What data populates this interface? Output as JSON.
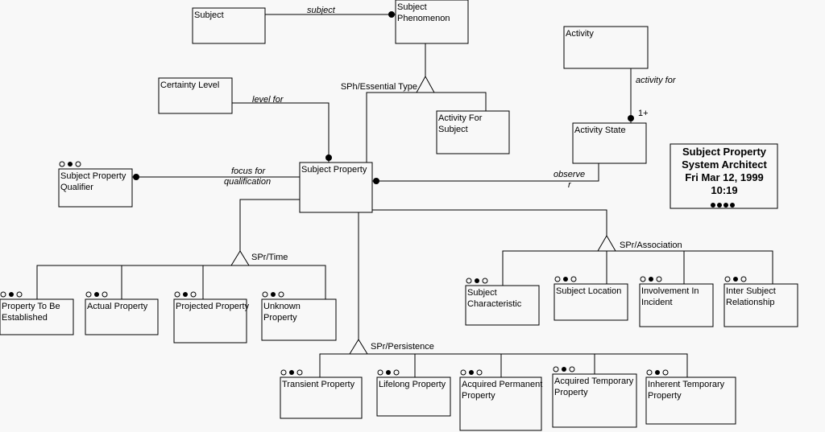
{
  "entities": {
    "subject": [
      "Subject"
    ],
    "subject_phenomenon": [
      "Subject",
      "Phenomenon"
    ],
    "activity": [
      "Activity"
    ],
    "certainty_level": [
      "Certainty Level"
    ],
    "activity_for_subject": [
      "Activity For",
      "Subject"
    ],
    "activity_state": [
      "Activity State"
    ],
    "subject_property_qualifier": [
      "Subject Property",
      "Qualifier"
    ],
    "subject_property": [
      "Subject Property"
    ],
    "property_to_be_established": [
      "Property To Be",
      "Established"
    ],
    "actual_property": [
      "Actual Property"
    ],
    "projected_property": [
      "Projected Property"
    ],
    "unknown_property": [
      "Unknown",
      "Property"
    ],
    "subject_characteristic": [
      "Subject",
      "Characteristic"
    ],
    "subject_location": [
      "Subject Location"
    ],
    "involvement_in_incident": [
      "Involvement In",
      "Incident"
    ],
    "inter_subject_relationship": [
      "Inter Subject",
      "Relationship"
    ],
    "transient_property": [
      "Transient Property"
    ],
    "lifelong_property": [
      "Lifelong Property"
    ],
    "acquired_permanent_property": [
      "Acquired Permanent",
      "Property"
    ],
    "acquired_temporary_property": [
      "Acquired Temporary",
      "Property"
    ],
    "inherent_temporary_property": [
      "Inherent Temporary",
      "Property"
    ]
  },
  "relationships": {
    "subject": "subject",
    "level_for": "level for",
    "activity_for": "activity for",
    "activity_cardinality": "1+",
    "focus_for": [
      "focus for",
      "qualification"
    ],
    "observer": [
      "observe",
      "r"
    ]
  },
  "subtypes": {
    "essential_type": "SPh/Essential Type",
    "time": "SPr/Time",
    "association": "SPr/Association",
    "persistence": "SPr/Persistence"
  },
  "title_block": {
    "lines": [
      "Subject Property",
      "System Architect",
      "Fri Mar 12, 1999",
      "10:19"
    ]
  }
}
